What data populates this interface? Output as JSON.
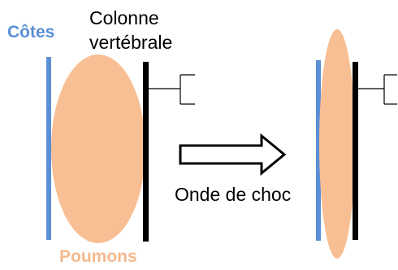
{
  "labels": {
    "ribs": "Côtes",
    "spine_line1": "Colonne",
    "spine_line2": "vertébrale",
    "shock_wave": "Onde de choc",
    "lungs": "Poumons"
  },
  "colors": {
    "ribs": "#5b8fd6",
    "lungs": "#f8bf94",
    "lungs_label": "#f5b98d",
    "spine": "#000000",
    "text": "#000000",
    "background": "#ffffff"
  }
}
